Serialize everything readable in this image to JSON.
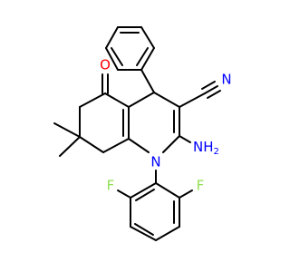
{
  "molecule": {
    "atoms": {
      "o": "O",
      "n_nitrile": "N",
      "n_ring": "N",
      "amino_n": "NH",
      "amino_sub": "2",
      "f_left": "F",
      "f_right": "F"
    },
    "colors": {
      "bond": "#000000",
      "oxygen": "#ff0000",
      "nitrogen": "#0000ff",
      "fluorine": "#90e050"
    }
  }
}
